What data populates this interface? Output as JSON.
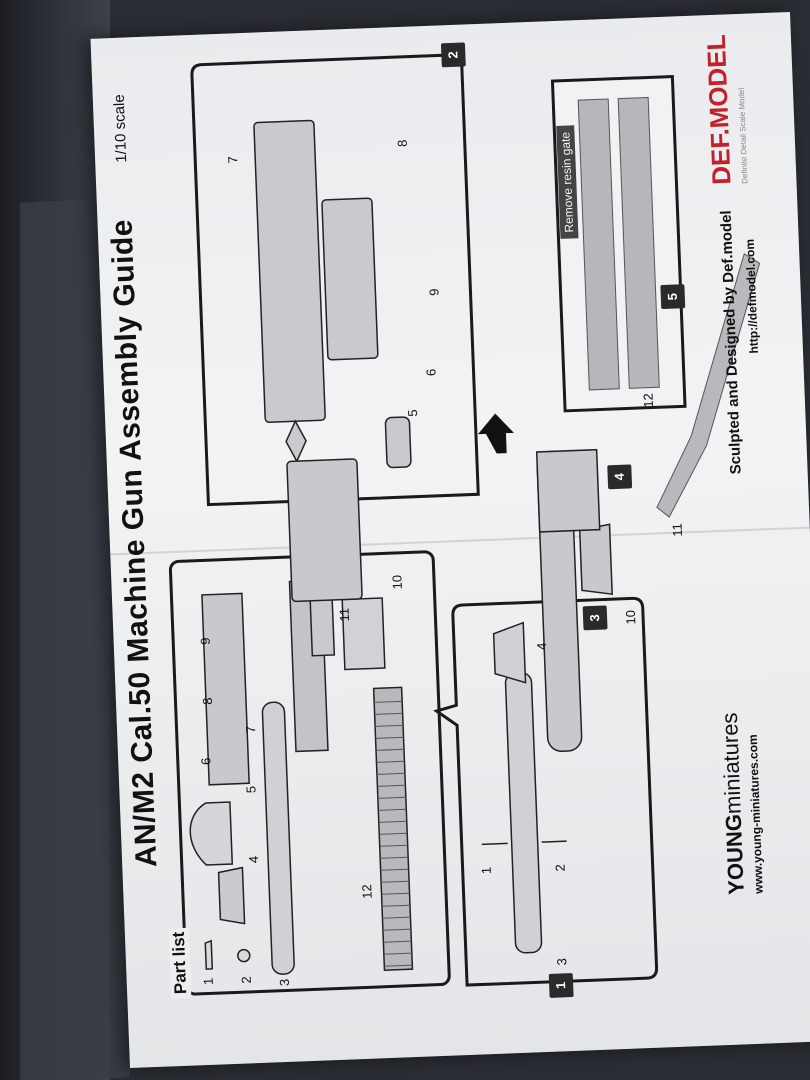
{
  "guide": {
    "title": "AN/M2 Cal.50 Machine Gun Assembly Guide",
    "scale": "1/10 scale"
  },
  "part_list": {
    "label": "Part list",
    "numbers": [
      "1",
      "2",
      "3",
      "4",
      "5",
      "6",
      "7",
      "8",
      "9",
      "10",
      "11",
      "12"
    ]
  },
  "steps": [
    "1",
    "2",
    "3",
    "4",
    "5"
  ],
  "diagram_numbers": {
    "step1": [
      "1",
      "2",
      "3",
      "4"
    ],
    "step2": [
      "5",
      "6",
      "7",
      "8",
      "9"
    ],
    "assembly": [
      "10",
      "11",
      "12"
    ]
  },
  "callout": {
    "gate_label": "Remove resin gate"
  },
  "footer": {
    "brand_strong": "YOUNG",
    "brand_light": "miniatures",
    "brand_url": "www.young-miniatures.com",
    "credit": "Sculpted and Designed by Def.model",
    "credit_url": "http://defmodel.com",
    "logo_text": "DEF.MODEL",
    "logo_tagline": "Definite Detail Scale Model"
  },
  "colors": {
    "paper": "#eceef0",
    "ink": "#111111",
    "logo_red": "#c4202a",
    "step_box": "#2a2a2a"
  }
}
